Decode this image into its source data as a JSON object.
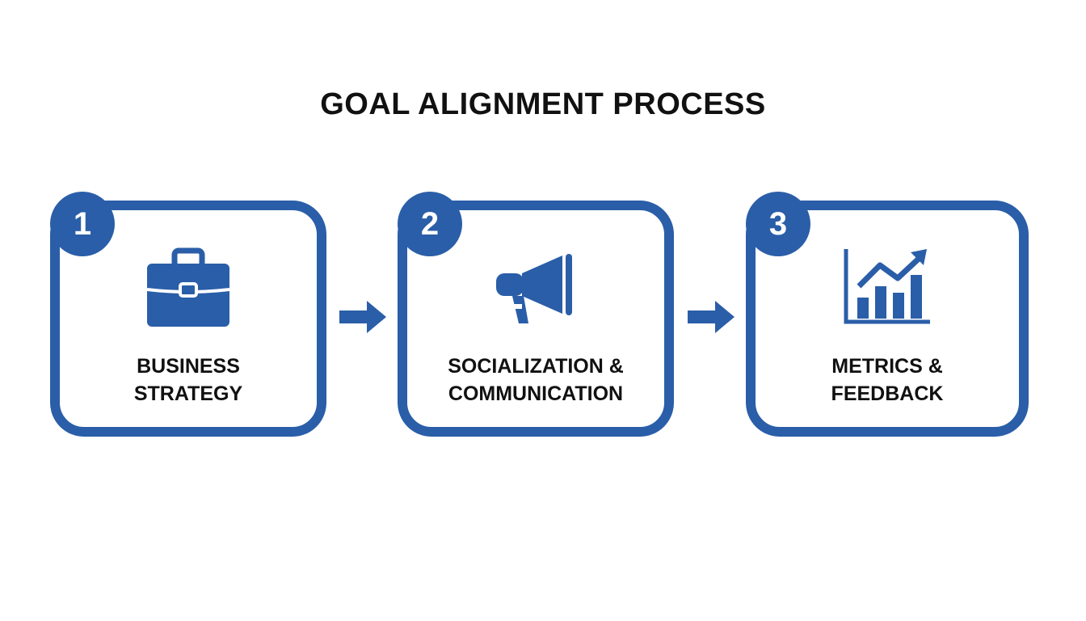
{
  "title": "GOAL ALIGNMENT PROCESS",
  "accent": "#2a5ea8",
  "steps": [
    {
      "number": "1",
      "line1": "BUSINESS",
      "line2": "STRATEGY",
      "icon": "briefcase-icon"
    },
    {
      "number": "2",
      "line1": "SOCIALIZATION &",
      "line2": "COMMUNICATION",
      "icon": "megaphone-icon"
    },
    {
      "number": "3",
      "line1": "METRICS &",
      "line2": "FEEDBACK",
      "icon": "chart-growth-icon"
    }
  ]
}
